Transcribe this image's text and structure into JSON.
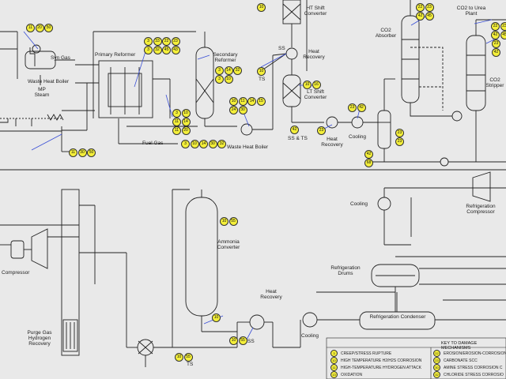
{
  "labels": {
    "syn_gas": "Syn Gas",
    "waste_heat_boiler_1": "Waste Heat Boiler",
    "mp_steam": "MP Steam",
    "primary_reformer": "Primary Reformer",
    "secondary_reformer": "Secondary Reformer",
    "waste_heat_boiler_2": "Waste Heat Boiler",
    "fuel_gas": "Fuel Gas",
    "ht_shift": "HT Shift Converter",
    "lt_shift": "LT Shift Converter",
    "heat_recovery_1": "Heat Recovery",
    "heat_recovery_2": "Heat Recovery",
    "heat_recovery_3": "Heat Recovery",
    "cooling_1": "Cooling",
    "cooling_2": "Cooling",
    "cooling_3": "Cooling",
    "co2_absorber": "CO2 Absorber",
    "co2_to_urea": "CO2 to Urea Plant",
    "co2_stripper": "CO2 Stripper",
    "ss1": "SS",
    "ts1": "TS",
    "ss_ts": "SS & TS",
    "ss2": "SS",
    "ts2": "TS",
    "ammonia_converter": "Ammonia Converter",
    "refrigeration_compressor": "Refrigeration Compressor",
    "refrigeration_drums": "Refrigeration Drums",
    "refrigeration_condenser": "Refrigeration Condenser",
    "compressor": "Compressor",
    "purge_gas": "Purge Gas Hydrogen Recovery"
  },
  "tags": {
    "t1": [
      "11",
      "20",
      "50"
    ],
    "t2": [
      "3",
      "33",
      "22",
      "23"
    ],
    "t3": [
      "3",
      "32",
      "45",
      "43"
    ],
    "t4": [
      "3",
      "14",
      "32"
    ],
    "t5": [
      "3",
      "10"
    ],
    "t6": [
      "11",
      "14"
    ],
    "t7": [
      "11",
      "20"
    ],
    "t8": [
      "3",
      "10",
      "14",
      "30",
      "32"
    ],
    "t9": [
      "11",
      "30",
      "50"
    ],
    "t10": [
      "10",
      "11",
      "14",
      "15"
    ],
    "t11": [
      "24",
      "30"
    ],
    "t12": [
      "10"
    ],
    "t13": [
      "10"
    ],
    "t14": [
      "10",
      "16"
    ],
    "t15": [
      "42"
    ],
    "t16": [
      "23"
    ],
    "t17": [
      "23",
      "42"
    ],
    "t18": [
      "22",
      "23"
    ],
    "t19": [
      "42",
      "45"
    ],
    "t20": [
      "22",
      "23"
    ],
    "t21": [
      "42",
      "45"
    ],
    "t22": [
      "23"
    ],
    "t23": [
      "42"
    ],
    "t24": [
      "23"
    ],
    "t25": [
      "68"
    ],
    "t26": [
      "10",
      "55"
    ],
    "t27": [
      "10"
    ],
    "t28": [
      "10",
      "55"
    ],
    "t29": [
      "10",
      "55"
    ]
  },
  "legend": {
    "title": "KEY TO DAMAGE MECHANISMS",
    "items": [
      {
        "n": "3",
        "text": "CREEP/STRESS RUPTURE"
      },
      {
        "n": "10",
        "text": "HIGH TEMPERATURE H2/H2S CORROSION"
      },
      {
        "n": "11",
        "text": "HIGH-TEMPERATURE HYDROGEN ATTACK"
      },
      {
        "n": "13",
        "text": "OXIDATION"
      },
      {
        "n": "22",
        "text": "EROSION/EROSION-CORROSION"
      },
      {
        "n": "23",
        "text": "CARBONATE SCC"
      },
      {
        "n": "30",
        "text": "AMINE STRESS CORROSION C"
      },
      {
        "n": "32",
        "text": "CHLORIDE STRESS CORROSIO"
      }
    ]
  },
  "colors": {
    "tag_fill": "#f4ef3a",
    "line": "#222222",
    "signal": "#3a4fd6",
    "bg": "#e9e9e9"
  }
}
